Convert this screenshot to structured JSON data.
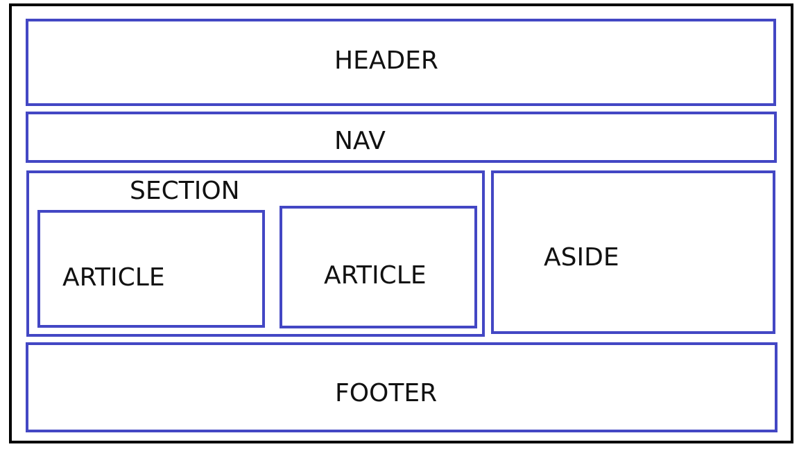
{
  "diagram": {
    "colors": {
      "frame_border": "#000000",
      "box_border": "#4347c4"
    },
    "regions": {
      "header": "HEADER",
      "nav": "NAV",
      "section": "SECTION",
      "article_1": "ARTICLE",
      "article_2": "ARTICLE",
      "aside": "ASIDE",
      "footer": "FOOTER"
    }
  }
}
